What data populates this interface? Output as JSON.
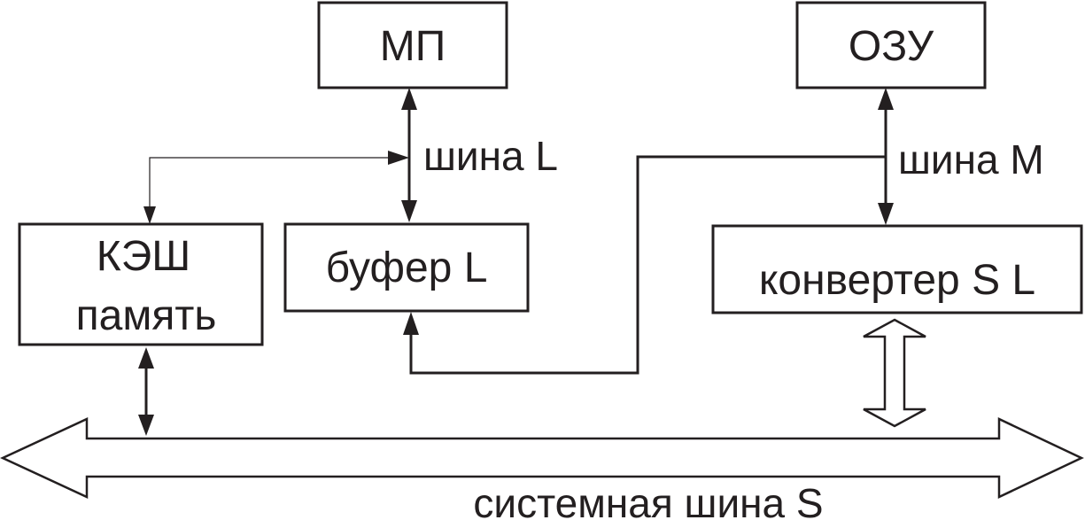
{
  "nodes": {
    "mp": {
      "label": "МП"
    },
    "ozu": {
      "label": "ОЗУ"
    },
    "cache": {
      "label_line1": "КЭШ",
      "label_line2": "память"
    },
    "buffer": {
      "label": "буфер L"
    },
    "converter": {
      "label": "конвертер S L"
    }
  },
  "buses": {
    "l": {
      "label": "шина L"
    },
    "m": {
      "label": "шина M"
    },
    "s": {
      "label": "системная шина S"
    }
  },
  "colors": {
    "stroke": "#231f20",
    "background": "#ffffff"
  }
}
